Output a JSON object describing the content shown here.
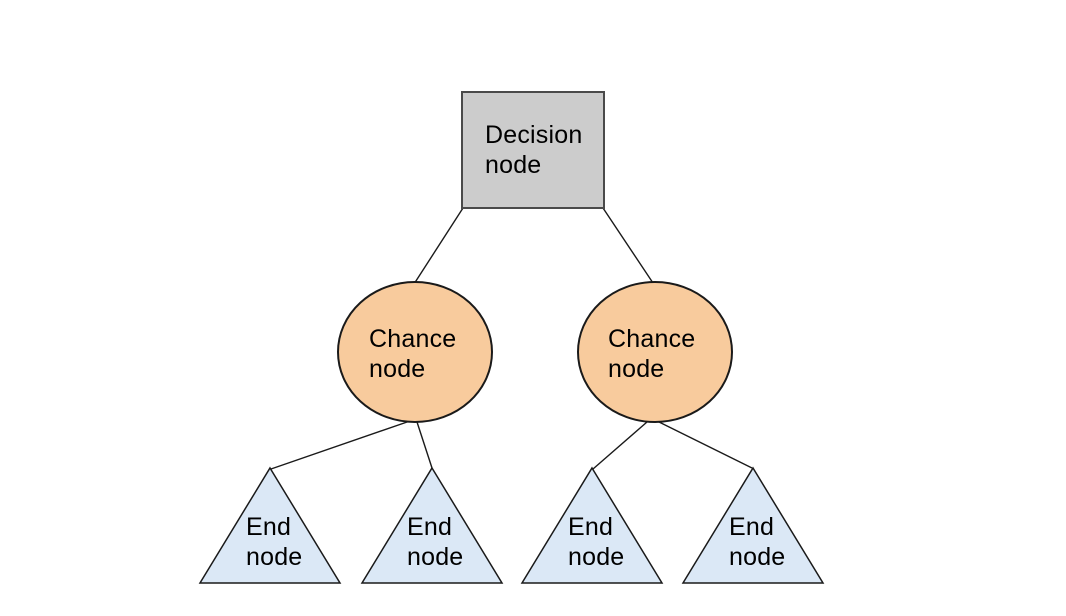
{
  "diagram": {
    "type": "decision-tree",
    "background": "#ffffff",
    "colors": {
      "decision_fill": "#cccccc",
      "decision_stroke": "#4a4a4a",
      "chance_fill": "#f8cb9d",
      "chance_stroke": "#1a1a1a",
      "end_fill": "#dbe8f6",
      "end_stroke": "#1a1a1a",
      "edge_stroke": "#1a1a1a",
      "label_color": "#000000"
    },
    "nodes": {
      "decision": {
        "shape": "square",
        "label": "Decision node",
        "line1": "Decision",
        "line2": "node"
      },
      "chance_left": {
        "shape": "circle",
        "label": "Chance node",
        "line1": "Chance",
        "line2": "node"
      },
      "chance_right": {
        "shape": "circle",
        "label": "Chance node",
        "line1": "Chance",
        "line2": "node"
      },
      "end_1": {
        "shape": "triangle",
        "label": "End node",
        "line1": "End",
        "line2": "node"
      },
      "end_2": {
        "shape": "triangle",
        "label": "End node",
        "line1": "End",
        "line2": "node"
      },
      "end_3": {
        "shape": "triangle",
        "label": "End node",
        "line1": "End",
        "line2": "node"
      },
      "end_4": {
        "shape": "triangle",
        "label": "End node",
        "line1": "End",
        "line2": "node"
      }
    },
    "edges": [
      {
        "from": "decision",
        "to": "chance_left"
      },
      {
        "from": "decision",
        "to": "chance_right"
      },
      {
        "from": "chance_left",
        "to": "end_1"
      },
      {
        "from": "chance_left",
        "to": "end_2"
      },
      {
        "from": "chance_right",
        "to": "end_3"
      },
      {
        "from": "chance_right",
        "to": "end_4"
      }
    ]
  }
}
